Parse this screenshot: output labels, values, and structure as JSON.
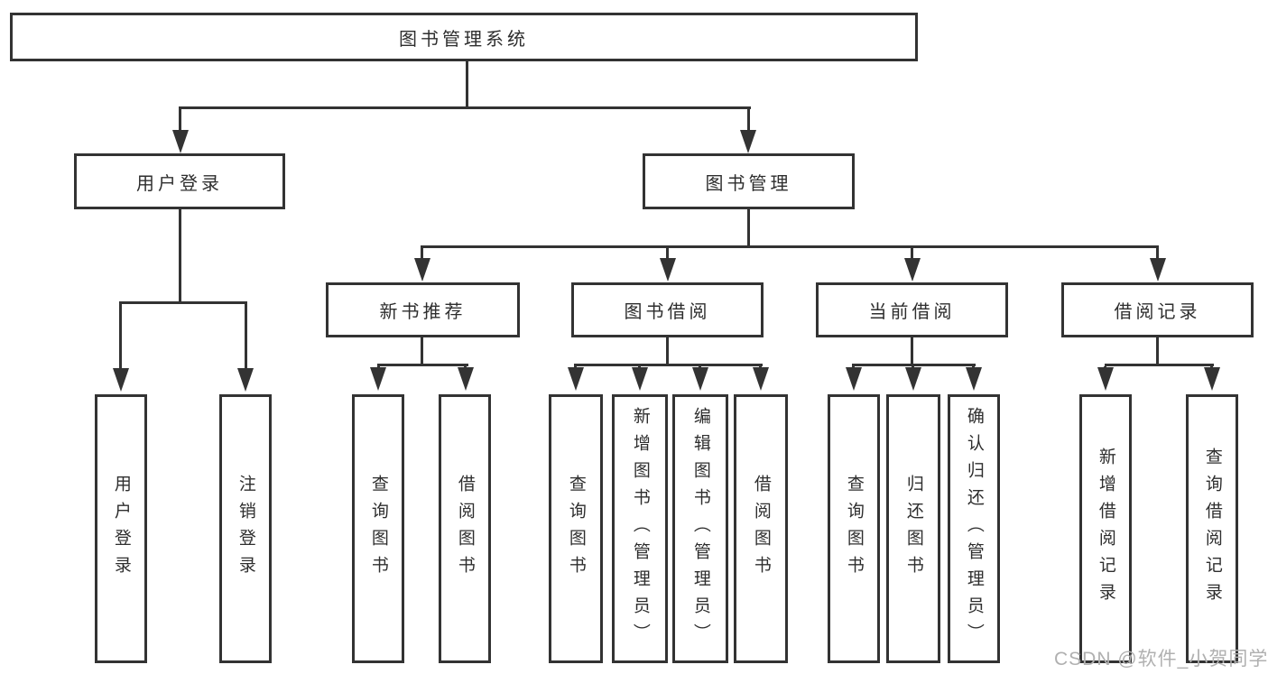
{
  "tree": {
    "root": {
      "label": "图书管理系统"
    },
    "branches": [
      {
        "label": "用户登录",
        "leaves": [
          {
            "label": "用户登录"
          },
          {
            "label": "注销登录"
          }
        ]
      },
      {
        "label": "图书管理",
        "groups": [
          {
            "label": "新书推荐",
            "leaves": [
              {
                "label": "查询图书"
              },
              {
                "label": "借阅图书"
              }
            ]
          },
          {
            "label": "图书借阅",
            "leaves": [
              {
                "label": "查询图书"
              },
              {
                "label": "新增图书（管理员）"
              },
              {
                "label": "编辑图书（管理员）"
              },
              {
                "label": "借阅图书"
              }
            ]
          },
          {
            "label": "当前借阅",
            "leaves": [
              {
                "label": "查询图书"
              },
              {
                "label": "归还图书"
              },
              {
                "label": "确认归还（管理员）"
              }
            ]
          },
          {
            "label": "借阅记录",
            "leaves": [
              {
                "label": "新增借阅记录"
              },
              {
                "label": "查询借阅记录"
              }
            ]
          }
        ]
      }
    ]
  },
  "watermark": {
    "text": "CSDN @软件_小贺同学"
  },
  "colors": {
    "line": "#333333",
    "node_border": "#333333",
    "node_text": "#2e2e2e",
    "background": "#ffffff",
    "watermark": "#b0b0b0"
  }
}
